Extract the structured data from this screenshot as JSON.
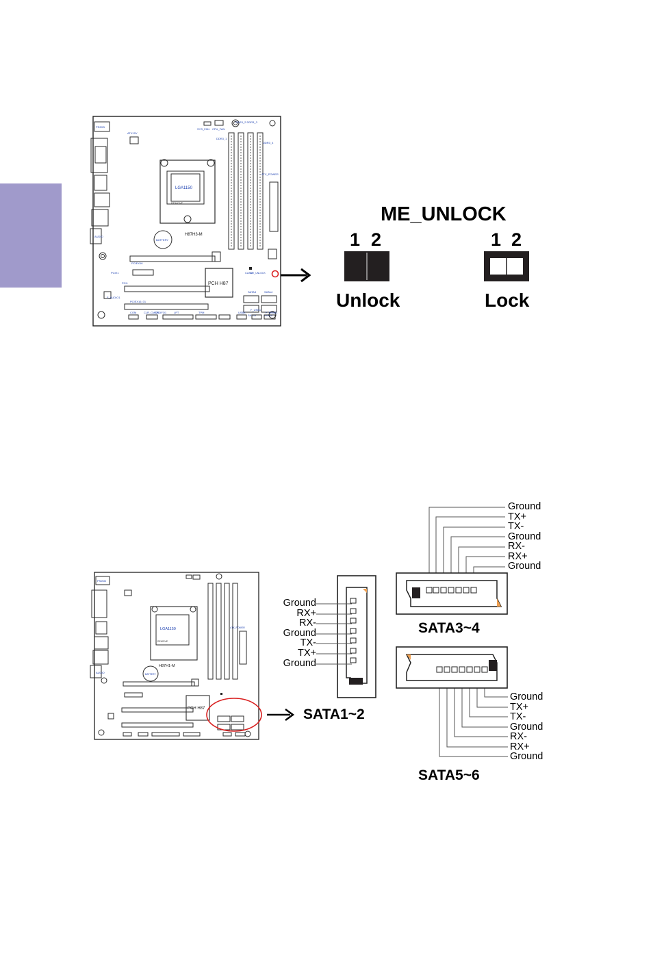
{
  "me_unlock": {
    "title": "ME_UNLOCK",
    "pin_1": "1",
    "pin_2": "2",
    "unlock_label": "Unlock",
    "lock_label": "Lock"
  },
  "board_top": {
    "socket": "LGA1150",
    "remove": "REMOVE",
    "model": "H87H3-M",
    "battery": "BATTERY",
    "chipset": "PCH H87",
    "atx_power": "ATX_POWER",
    "atx12v": "ATX12V",
    "ps2kb": "PS2KB",
    "audio": "AUDIO",
    "ddr_a": "DDR3_2  DDR3_3",
    "ddr_1": "DDR3_1",
    "ddr_4": "DDR3_4",
    "sys_fan": "SYS_FAN",
    "cpu_fan": "CPU_FAN",
    "pciex16": "PCIEX16",
    "pciex4": "PCIEX16_01",
    "pci1": "PCI1",
    "pcie1": "PCIE1",
    "f_audio": "F_AUDIO1",
    "me_unlock_small": "ME_UNLOCK",
    "sata3": "SATA3",
    "sata4": "SATA4",
    "sata5": "SATA5",
    "sata6": "SATA6",
    "usb3": "USB3",
    "f_usb": "F_USB1",
    "f_panel": "F_PANEL",
    "lpt": "LPT",
    "tpm": "TPM",
    "com": "COM",
    "clr_cmos": "CLR_CMOS",
    "spdif": "SPDIFO1",
    "case": "CASE"
  },
  "board_bottom": {
    "socket": "LGA1150",
    "remove": "REMOVE",
    "model": "H87H1-M",
    "battery": "BATTERY",
    "chipset": "PCH H87",
    "atx_power": "ATX_POWER",
    "ps2kb": "PS2KB",
    "audio": "AUDIO"
  },
  "sata": {
    "sata12_label": "SATA1~2",
    "sata34_label": "SATA3~4",
    "sata56_label": "SATA5~6",
    "sata12_pins": [
      "Ground",
      "RX+",
      "RX-",
      "Ground",
      "TX-",
      "TX+",
      "Ground"
    ],
    "sata34_pins": [
      "Ground",
      "TX+",
      "TX-",
      "Ground",
      "RX-",
      "RX+",
      "Ground"
    ],
    "sata56_pins": [
      "Ground",
      "TX+",
      "TX-",
      "Ground",
      "RX-",
      "RX+",
      "Ground"
    ]
  },
  "colors": {
    "side_tab": "#a09acb",
    "highlight_red": "#d92020",
    "label_blue": "#1b3fb0"
  }
}
